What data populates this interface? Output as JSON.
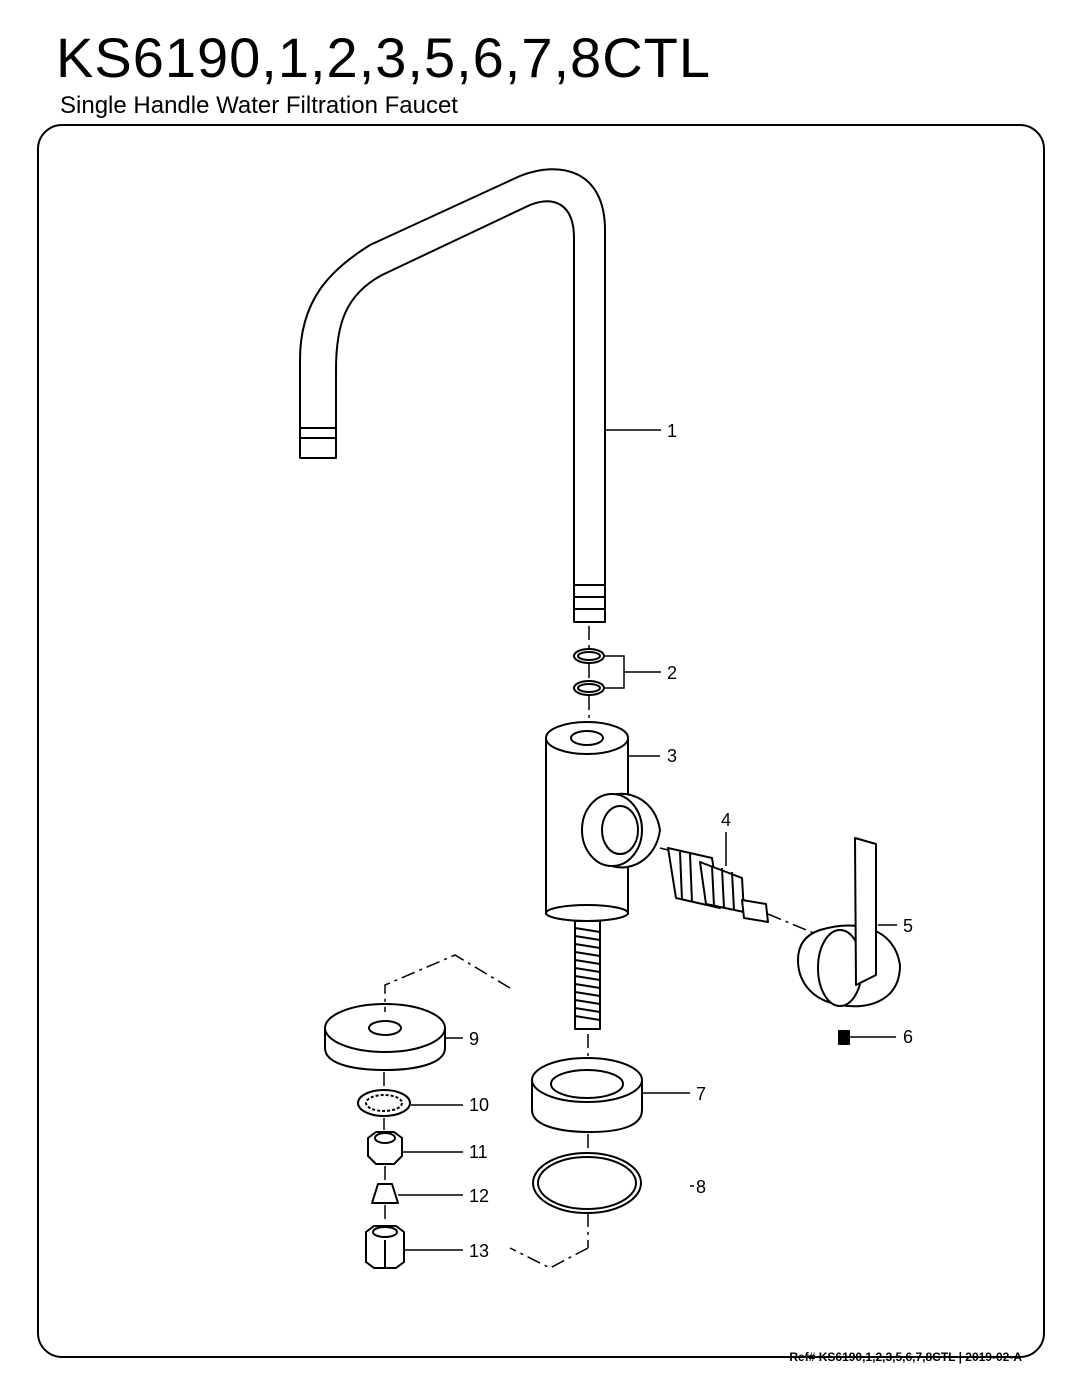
{
  "header": {
    "model": "KS6190,1,2,3,5,6,7,8CTL",
    "subtitle": "Single Handle Water Filtration Faucet"
  },
  "footer": {
    "reference": "Ref# KS6190,1,2,3,5,6,7,8CTL | 2019-02-A"
  },
  "callouts": [
    "1",
    "2",
    "3",
    "4",
    "5",
    "6",
    "7",
    "8",
    "9",
    "10",
    "11",
    "12",
    "13"
  ]
}
